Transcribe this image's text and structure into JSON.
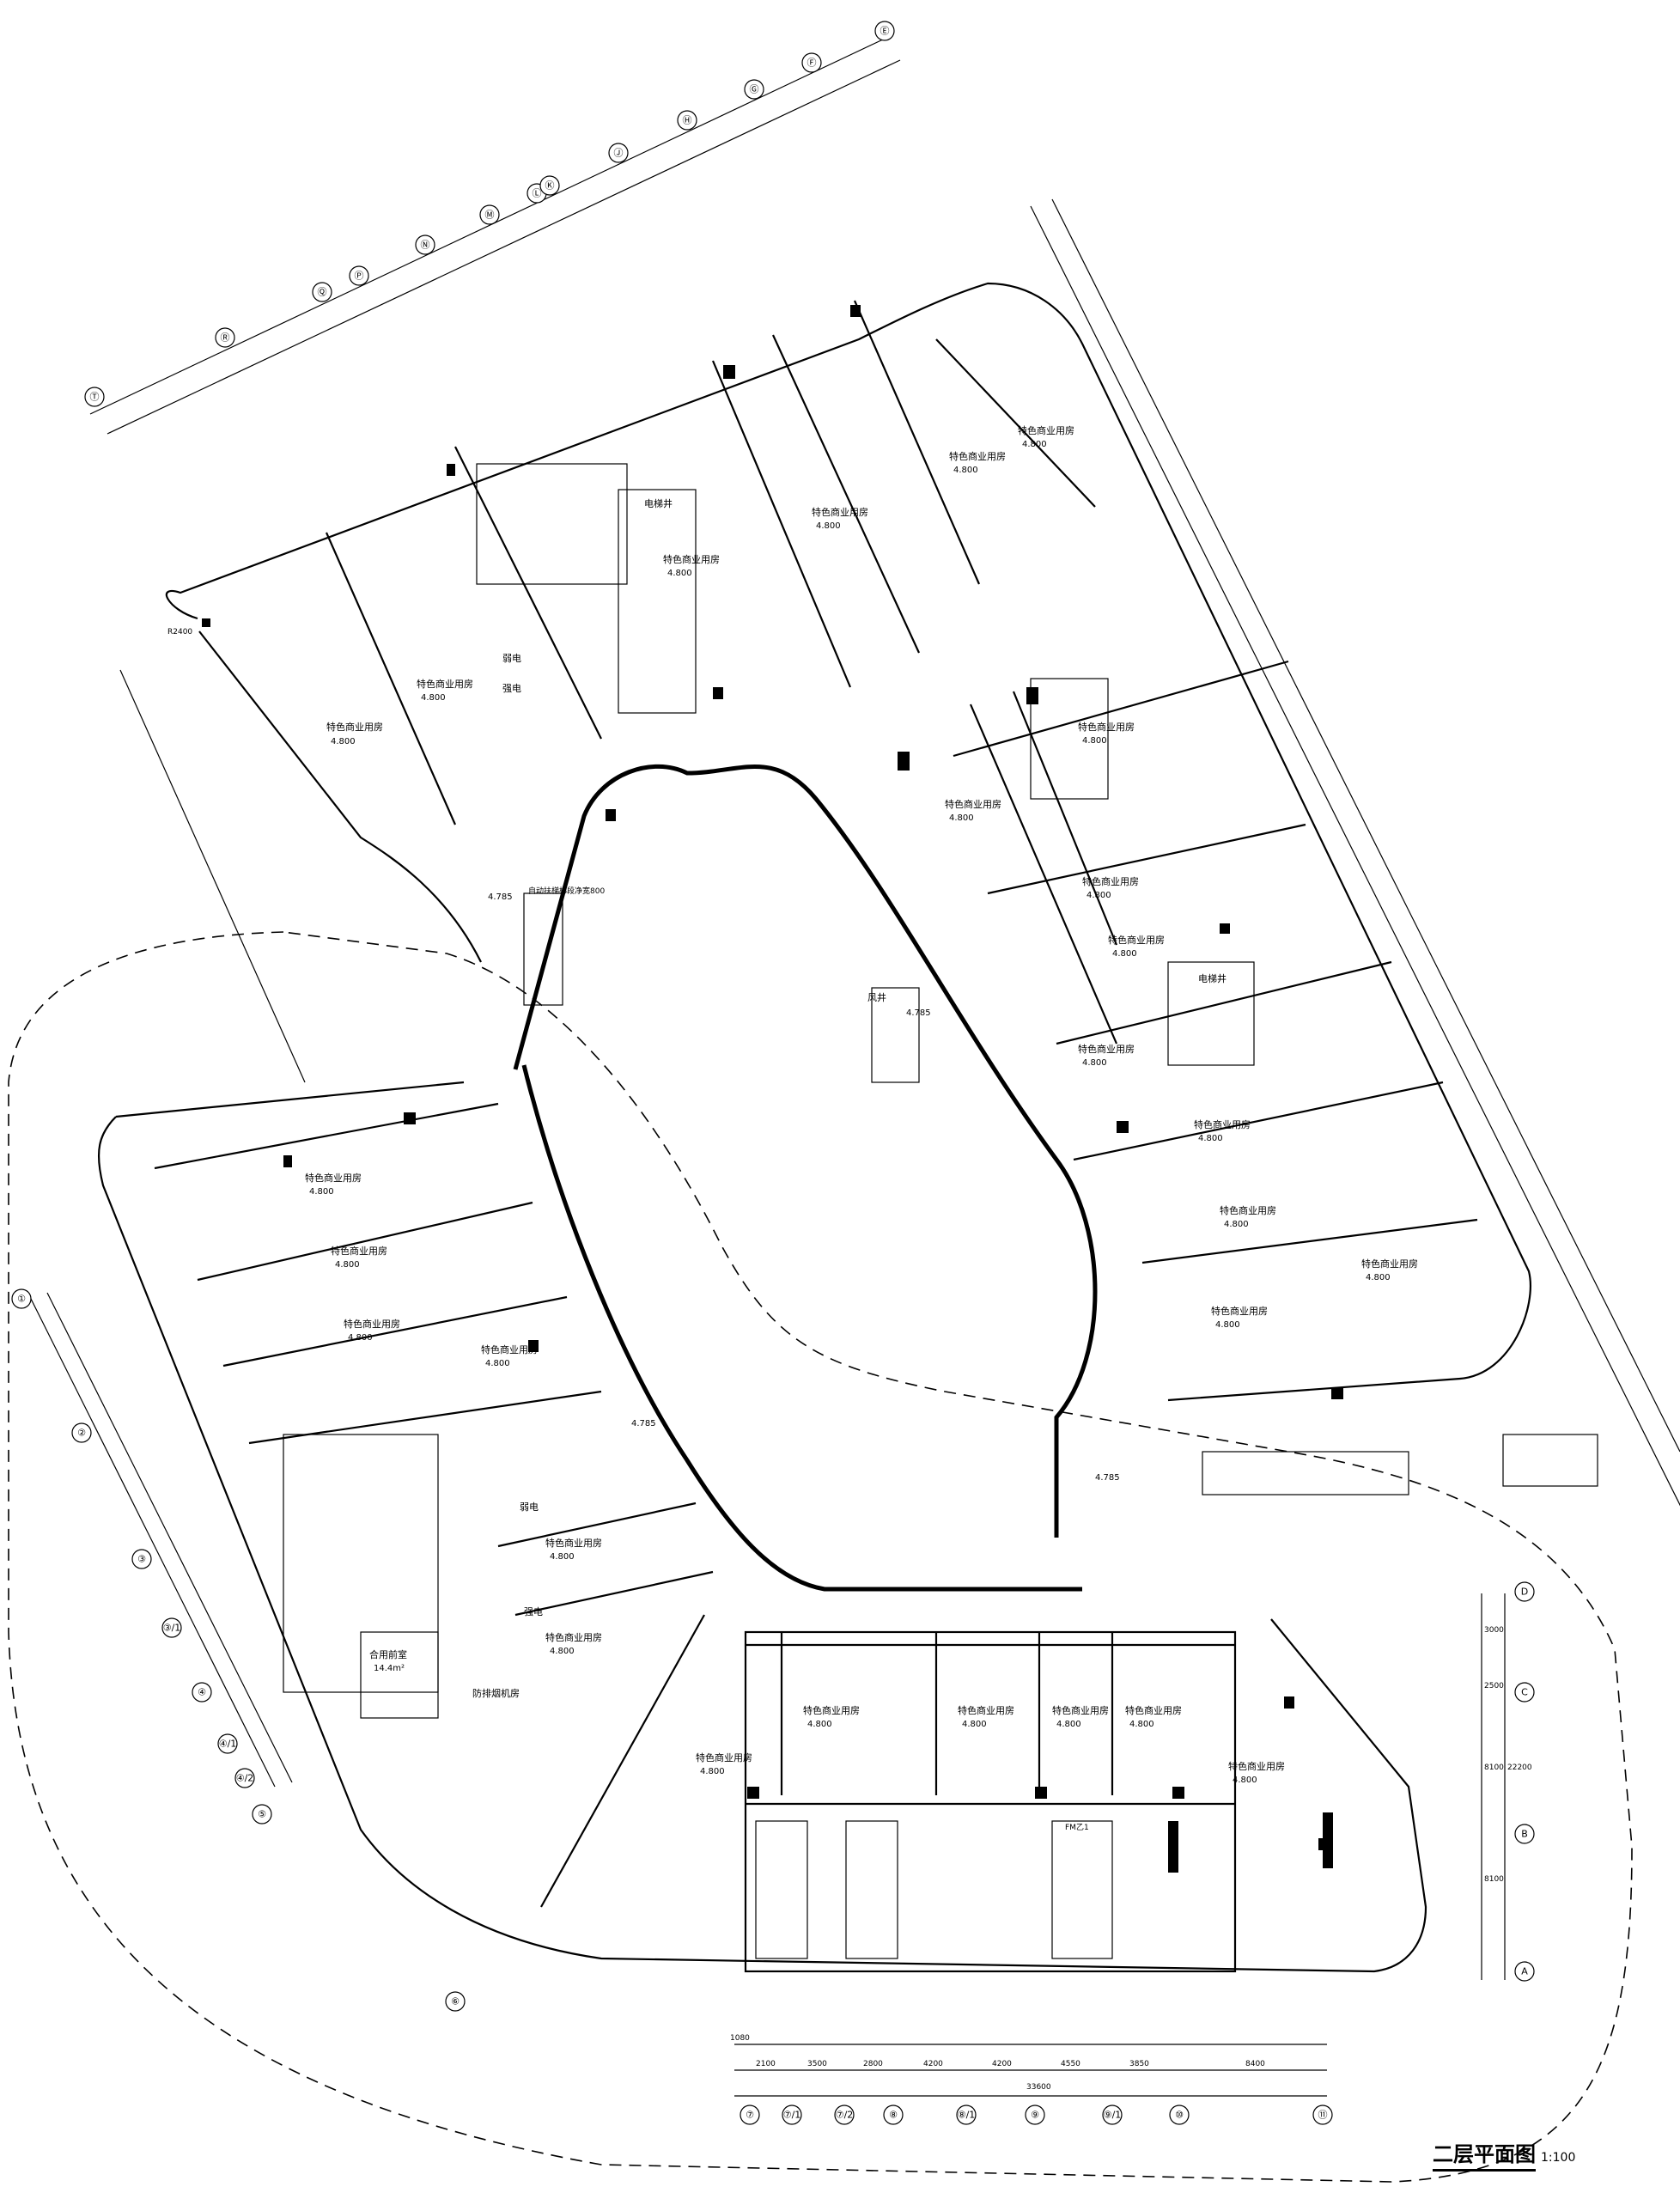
{
  "drawing": {
    "title": "二层平面图",
    "scale": "1:100"
  },
  "labels": {
    "shop": "特色商业用房",
    "elevation_main": "4.800",
    "elevation_alt": "4.785",
    "elevator_shaft": "电梯井",
    "pipe_shaft": "风井",
    "electrical": "弱电",
    "power": "强电",
    "multi_room": "合用前室",
    "multi_room_area": "14.4m²",
    "smoke_room": "防排烟机房",
    "escalator_note": "自动扶梯梯段净宽800",
    "fire_door": "FM乙1",
    "radius": "R2400",
    "total_dim": "33600"
  },
  "bubbles": {
    "bottom_axes": [
      "⑦",
      "⑦/1",
      "⑦/2",
      "⑧",
      "⑧/1",
      "⑨",
      "⑨/1",
      "⑩",
      "⑪"
    ],
    "right_axes": [
      "D",
      "C",
      "B",
      "A"
    ],
    "left_axes": [
      "①",
      "②",
      "③",
      "③/1",
      "④",
      "④/1",
      "④/2",
      "⑤",
      "⑥"
    ],
    "top_axes": [
      "Ⓣ",
      "Ⓡ",
      "Ⓠ",
      "Ⓟ",
      "Ⓝ",
      "Ⓜ",
      "Ⓛ",
      "Ⓚ",
      "Ⓙ",
      "Ⓗ",
      "Ⓖ",
      "Ⓕ",
      "Ⓔ"
    ]
  },
  "dimensions": {
    "bottom_chain": [
      "1080",
      "2100",
      "3500",
      "2800",
      "4200",
      "4200",
      "4550",
      "3850",
      "8400"
    ],
    "right_chain": [
      "3000",
      "2500",
      "8100",
      "8100",
      "22200"
    ]
  }
}
